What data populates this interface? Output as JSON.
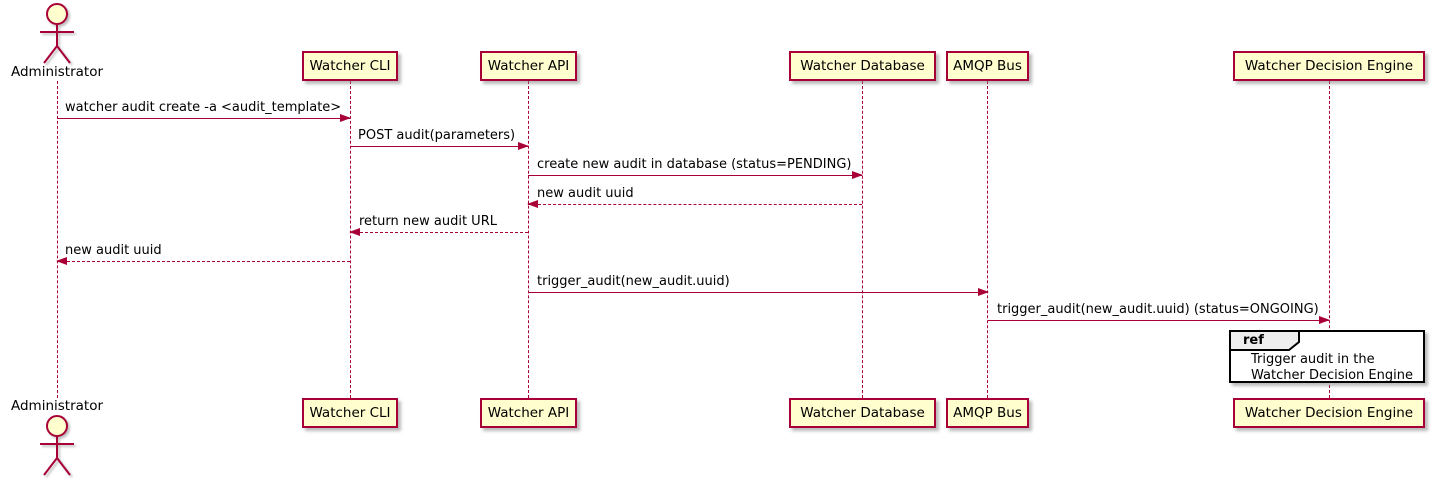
{
  "diagram_type": "sequence-diagram",
  "actor": {
    "label": "Administrator"
  },
  "participants": [
    {
      "label": "Watcher CLI"
    },
    {
      "label": "Watcher API"
    },
    {
      "label": "Watcher Database"
    },
    {
      "label": "AMQP Bus"
    },
    {
      "label": "Watcher Decision Engine"
    }
  ],
  "messages": [
    {
      "text": "watcher audit create -a <audit_template>",
      "from": "Administrator",
      "to": "Watcher CLI",
      "line": "solid",
      "direction": "right"
    },
    {
      "text": "POST audit(parameters)",
      "from": "Watcher CLI",
      "to": "Watcher API",
      "line": "solid",
      "direction": "right"
    },
    {
      "text": "create new audit in database (status=PENDING)",
      "from": "Watcher API",
      "to": "Watcher Database",
      "line": "solid",
      "direction": "right"
    },
    {
      "text": "new audit uuid",
      "from": "Watcher Database",
      "to": "Watcher API",
      "line": "dashed",
      "direction": "left"
    },
    {
      "text": "return new audit URL",
      "from": "Watcher API",
      "to": "Watcher CLI",
      "line": "dashed",
      "direction": "left"
    },
    {
      "text": "new audit uuid",
      "from": "Watcher CLI",
      "to": "Administrator",
      "line": "dashed",
      "direction": "left"
    },
    {
      "text": "trigger_audit(new_audit.uuid)",
      "from": "Watcher API",
      "to": "AMQP Bus",
      "line": "solid",
      "direction": "right"
    },
    {
      "text": "trigger_audit(new_audit.uuid) (status=ONGOING)",
      "from": "AMQP Bus",
      "to": "Watcher Decision Engine",
      "line": "solid",
      "direction": "right"
    }
  ],
  "ref_fragment": {
    "keyword": "ref",
    "lines": [
      "Trigger audit in the",
      "Watcher Decision Engine"
    ],
    "over": "Watcher Decision Engine"
  },
  "colors": {
    "participant_fill": "#FEFECE",
    "stroke": "#A80036",
    "text": "#000000",
    "ref_tab_fill": "#EEEEEE",
    "ref_border": "#000000",
    "background": "#FFFFFF"
  }
}
